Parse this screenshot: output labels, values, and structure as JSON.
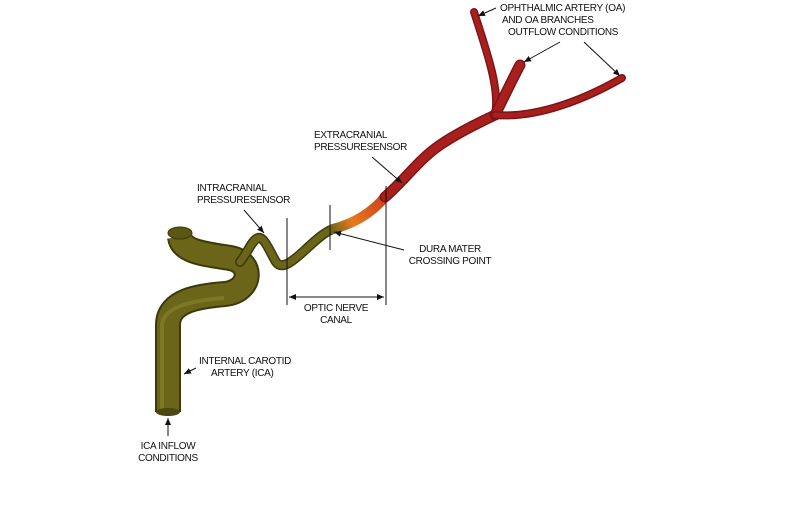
{
  "labels": {
    "oa_outflow": [
      "OPHTHALMIC ARTERY (OA)",
      "AND OA BRANCHES",
      "OUTFLOW CONDITIONS"
    ],
    "extracranial": [
      "EXTRACRANIAL",
      "PRESSURESENSOR"
    ],
    "intracranial": [
      "INTRACRANIAL",
      "PRESSURESENSOR"
    ],
    "dura": [
      "DURA MATER",
      "CROSSING POINT"
    ],
    "optic_canal": [
      "OPTIC NERVE",
      "CANAL"
    ],
    "ica": [
      "INTERNAL CAROTID",
      "ARTERY (ICA)"
    ],
    "ica_inflow": [
      "ICA INFLOW",
      "CONDITIONS"
    ]
  },
  "colors": {
    "ica_vessel": "#5e5a14",
    "ica_vessel_light": "#77721f",
    "canal_segment": "#e8701e",
    "oa_vessel": "#a8201e",
    "oa_vessel_dark": "#7e1414",
    "annotation": "#111111"
  }
}
